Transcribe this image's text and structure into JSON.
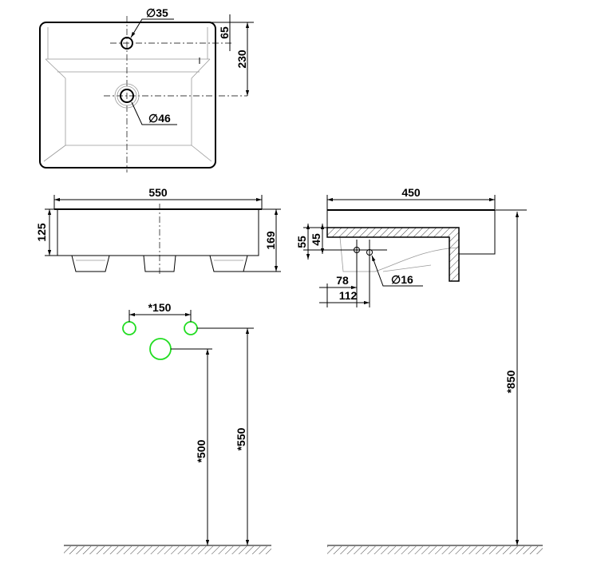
{
  "title": "Washbasin dimension drawing",
  "top_view": {
    "tap_hole": "∅35",
    "drain": "∅46",
    "dim_tap": "65",
    "dim_drain": "230"
  },
  "front_view": {
    "width": "550",
    "height_front": "125",
    "height_total": "169"
  },
  "side_view": {
    "depth": "450",
    "dim_55": "55",
    "dim_45": "45",
    "dim_78": "78",
    "dim_112": "112",
    "fixing_hole": "∅16",
    "mount_height": "*850"
  },
  "installation": {
    "tap_spacing": "*150",
    "drain_height": "*500",
    "supply_height": "*550"
  },
  "colors": {
    "connection_marker": "#22dd22"
  }
}
